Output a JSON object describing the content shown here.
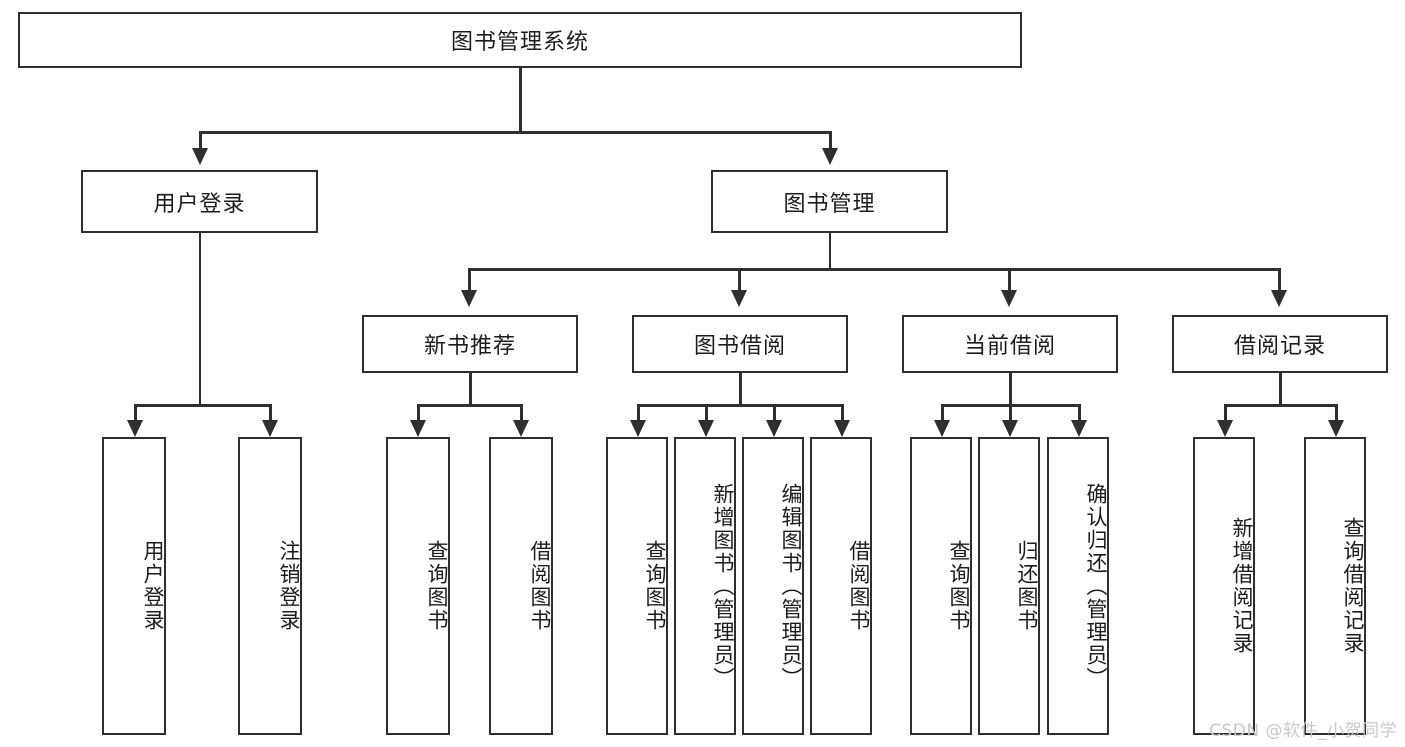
{
  "diagram": {
    "title": "图书管理系统",
    "root": {
      "label": "图书管理系统"
    },
    "level2": [
      {
        "label": "用户登录"
      },
      {
        "label": "图书管理"
      }
    ],
    "level3": [
      {
        "label": "新书推荐"
      },
      {
        "label": "图书借阅"
      },
      {
        "label": "当前借阅"
      },
      {
        "label": "借阅记录"
      }
    ],
    "leaves": {
      "user_login": [
        {
          "label": "用户登录"
        },
        {
          "label": "注销登录"
        }
      ],
      "new_book": [
        {
          "label": "查询图书"
        },
        {
          "label": "借阅图书"
        }
      ],
      "book_borrow": [
        {
          "label": "查询图书"
        },
        {
          "label": "新增图书（管理员）"
        },
        {
          "label": "编辑图书（管理员）"
        },
        {
          "label": "借阅图书"
        }
      ],
      "current_borrow": [
        {
          "label": "查询图书"
        },
        {
          "label": "归还图书"
        },
        {
          "label": "确认归还（管理员）"
        }
      ],
      "borrow_record": [
        {
          "label": "新增借阅记录"
        },
        {
          "label": "查询借阅记录"
        }
      ]
    }
  },
  "watermark": {
    "text": "CSDN @软件_小贺同学"
  },
  "colors": {
    "stroke": "#2f2f2f",
    "fill": "#ffffff",
    "watermark": "#c9c9c9"
  }
}
